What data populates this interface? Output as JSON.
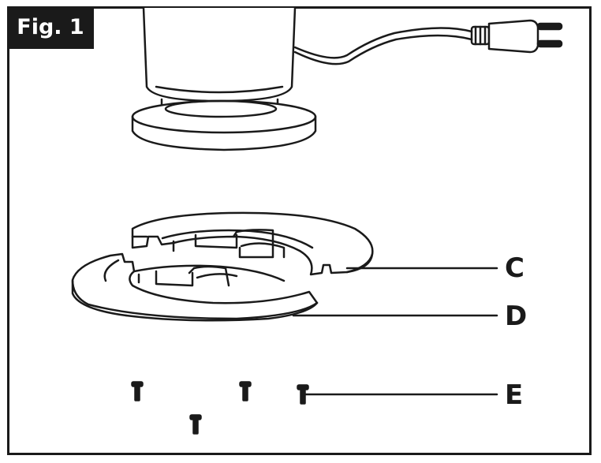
{
  "figure": {
    "label": "Fig. 1"
  },
  "callouts": {
    "c": "C",
    "d": "D",
    "e": "E"
  },
  "colors": {
    "line": "#1a1a1a",
    "background": "#ffffff"
  }
}
